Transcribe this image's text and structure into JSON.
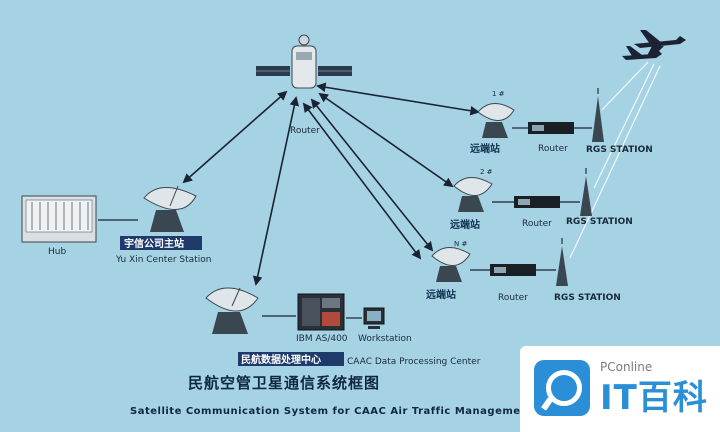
{
  "labels": {
    "router_top": "Router",
    "hub": "Hub",
    "yuxin_cn": "宇信公司主站",
    "yuxin_en": "Yu Xin Center Station",
    "ibm": "IBM AS/400",
    "workstation": "Workstation",
    "caac_cn": "民航数据处理中心",
    "caac_en": "CAAC Data Processing Center",
    "remote_cn": "远端站",
    "remote_1_no": "1 #",
    "remote_2_no": "2 #",
    "remote_3_no": "N #",
    "router_1": "Router",
    "router_2": "Router",
    "router_3": "Router",
    "rgs_1": "RGS STATION",
    "rgs_2": "RGS STATION",
    "rgs_3": "RGS STATION"
  },
  "title": {
    "cn": "民航空管卫星通信系统框图",
    "en": "Satellite Communication System for CAAC Air Traffic Management"
  },
  "watermark": {
    "small": "PConline",
    "big": "IT百科"
  }
}
